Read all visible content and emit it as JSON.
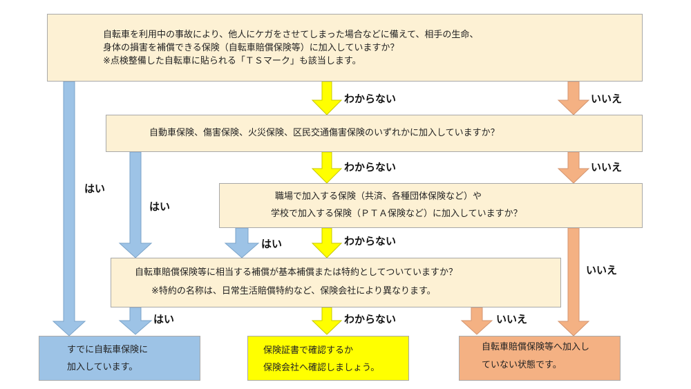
{
  "q1": {
    "lines": [
      "自転車を利用中の事故により、他人にケガをさせてしまった場合などに備えて、相手の生命、",
      "身体の損害を補償できる保険（自転車賠償保険等）に加入していますか？",
      "※点検整備した自転車に貼られる「ＴＳマーク」も該当します。"
    ]
  },
  "q2": {
    "text": "自動車保険、傷害保険、火災保険、区民交通傷害保険のいずれかに加入していますか？"
  },
  "q3": {
    "lines": [
      "職場で加入する保険（共済、各種団体保険など）や",
      "学校で加入する保険（ＰＴＡ保険など）に加入していますか？"
    ]
  },
  "q4": {
    "lines": [
      "自転車賠償保険等に相当する補償が基本補償または特約としてついていますか？",
      "※特約の名称は、日常生活賠償特約など、保険会社により異なります。"
    ]
  },
  "labels": {
    "yes": "はい",
    "unknown": "わからない",
    "no": "いいえ"
  },
  "results": {
    "insured": {
      "lines": [
        "すでに自転車保険に",
        "加入しています。"
      ]
    },
    "check": {
      "lines": [
        "保険証書で確認するか",
        "保険会社へ確認しましょう。"
      ]
    },
    "not_insured": {
      "lines": [
        "自転車賠償保険等へ加入し",
        "ていない状態です。"
      ]
    }
  },
  "colors": {
    "question_fill": "#fdf1d4",
    "yes_arrow": "#9dc3e6",
    "unknown_arrow": "#ffff00",
    "no_arrow": "#f4b183"
  }
}
